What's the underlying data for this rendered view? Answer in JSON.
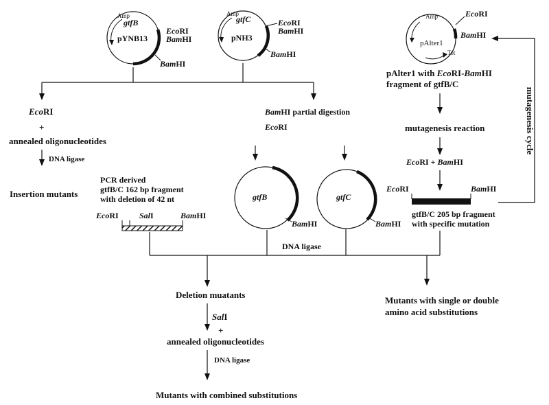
{
  "plasmids": {
    "pynb13": {
      "name": "pYNB13",
      "gene": "gtfB",
      "amp": "Amp",
      "ecori_italic": "Eco",
      "ecori_rest": "RI",
      "bamhi_top_italic": "Bam",
      "bamhi_top_rest": "HI",
      "bamhi_bottom_italic": "Bam",
      "bamhi_bottom_rest": "HI"
    },
    "pnh3": {
      "name": "pNH3",
      "gene": "gtfC",
      "amp": "Amp",
      "ecori_italic": "Eco",
      "ecori_rest": "RI",
      "bamhi_top_italic": "Bam",
      "bamhi_top_rest": "HI",
      "bamhi_bottom_italic": "Bam",
      "bamhi_bottom_rest": "HI"
    },
    "palter1": {
      "name": "pAlter1",
      "amp": "Amp",
      "tet": "Tet",
      "ecori_italic": "Eco",
      "ecori_rest": "RI",
      "bamhi_italic": "Bam",
      "bamhi_rest": "HI"
    }
  },
  "left_branch": {
    "ecori_italic": "Eco",
    "ecori_rest": "RI",
    "plus": "+",
    "oligos": "annealed oligonucleotides",
    "ligase": "DNA ligase",
    "result": "Insertion mutants"
  },
  "middle_branch": {
    "partial_italic": "Bam",
    "partial_rest": "HI partial digestion",
    "ecori_italic": "Eco",
    "ecori_rest": "RI",
    "gtfb_fragment": "gtfB",
    "gtfc_fragment": "gtfC",
    "bamhi_b_italic": "Bam",
    "bamhi_b_rest": "HI",
    "bamhi_c_italic": "Bam",
    "bamhi_c_rest": "HI"
  },
  "pcr": {
    "line1": "PCR derived",
    "line2": "gtfB/C 162 bp fragment",
    "line3": "with deletion of 42 nt",
    "ecori_italic": "Eco",
    "ecori_rest": "RI",
    "sali_italic": "Sal",
    "sali_rest": "I",
    "bamhi_italic": "Bam",
    "bamhi_rest": "HI"
  },
  "right_branch": {
    "caption_line1_a": "pAlter1 with ",
    "caption_line1_b_italic": "Eco",
    "caption_line1_c": "RI-",
    "caption_line1_d_italic": "Bam",
    "caption_line1_e": "HI",
    "caption_line2": "fragment of gtfB/C",
    "mutagenesis": "mutagenesis reaction",
    "digest_a_italic": "Eco",
    "digest_b": "RI + ",
    "digest_c_italic": "Bam",
    "digest_d": "HI",
    "frag_ecori_italic": "Eco",
    "frag_ecori_rest": "RI",
    "frag_bamhi_italic": "Bam",
    "frag_bamhi_rest": "HI",
    "frag_line1": "gtfB/C 205 bp fragment",
    "frag_line2": "with specific mutation",
    "cycle": "mutagenesis cycle"
  },
  "bottom": {
    "ligase": "DNA ligase",
    "deletion": "Deletion muatants",
    "substitutions_line1": "Mutants with single or double",
    "substitutions_line2": "amino acid substitutions",
    "sali_italic": "Sal",
    "sali_rest": "I",
    "plus": "+",
    "oligos": "annealed oligonucleotides",
    "ligase2": "DNA ligase",
    "combined": "Mutants with combined substitutions"
  }
}
